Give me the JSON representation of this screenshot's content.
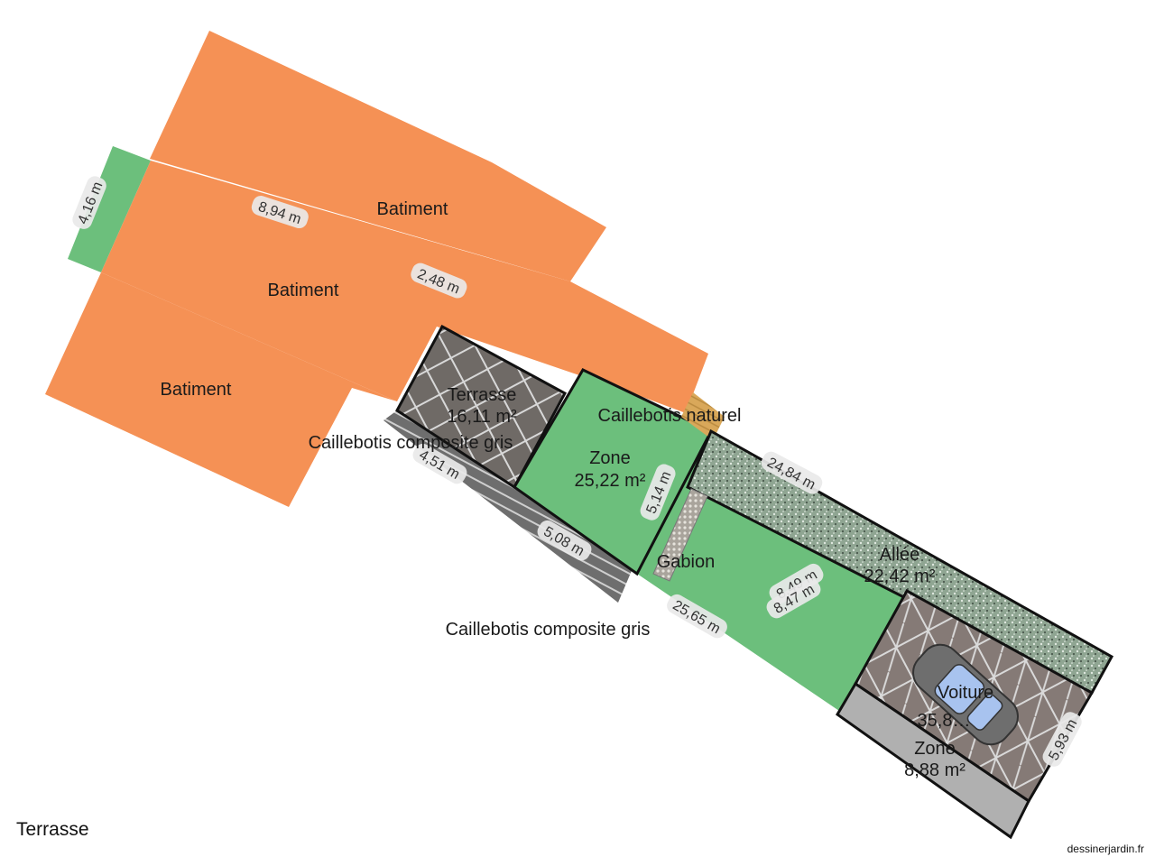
{
  "project": {
    "title": "Terrasse"
  },
  "credit": "dessinerjardin.fr",
  "colors": {
    "building": "#f59155",
    "lawn": "#6cbf7c",
    "decking_dark": "#6f6a66",
    "decking_grey": "#7a7a7a",
    "natural_wood": "#d9a85a",
    "gravel": "#8fa592",
    "parking": "#857a76",
    "zone_grey": "#b0b0b0",
    "outline": "#111111"
  },
  "areas": {
    "batiment_1": {
      "name": "Batiment"
    },
    "batiment_2": {
      "name": "Batiment"
    },
    "batiment_3": {
      "name": "Batiment"
    },
    "terrasse": {
      "name": "Terrasse",
      "area": "16,11 m²"
    },
    "caillebotis_gris_1": {
      "name": "Caillebotis composite gris"
    },
    "caillebotis_gris_2": {
      "name": "Caillebotis composite gris"
    },
    "caillebotis_naturel": {
      "name": "Caillebotis naturel"
    },
    "zone_1": {
      "name": "Zone",
      "area": "25,22 m²"
    },
    "gabion": {
      "name": "Gabion"
    },
    "allee": {
      "name": "Allée",
      "area": "22,42 m²"
    },
    "voiture": {
      "name": "Voiture",
      "area": "35,8…"
    },
    "zone_2": {
      "name": "Zone",
      "area": "8,88 m²"
    }
  },
  "dimensions": {
    "d_416": "4,16 m",
    "d_894": "8,94 m",
    "d_248": "2,48 m",
    "d_451": "4,51 m",
    "d_508": "5,08 m",
    "d_514": "5,14 m",
    "d_2484": "24,84 m",
    "d_849": "8,49 m",
    "d_847": "8,47 m",
    "d_2565": "25,65 m",
    "d_cut": "5,93 m"
  }
}
